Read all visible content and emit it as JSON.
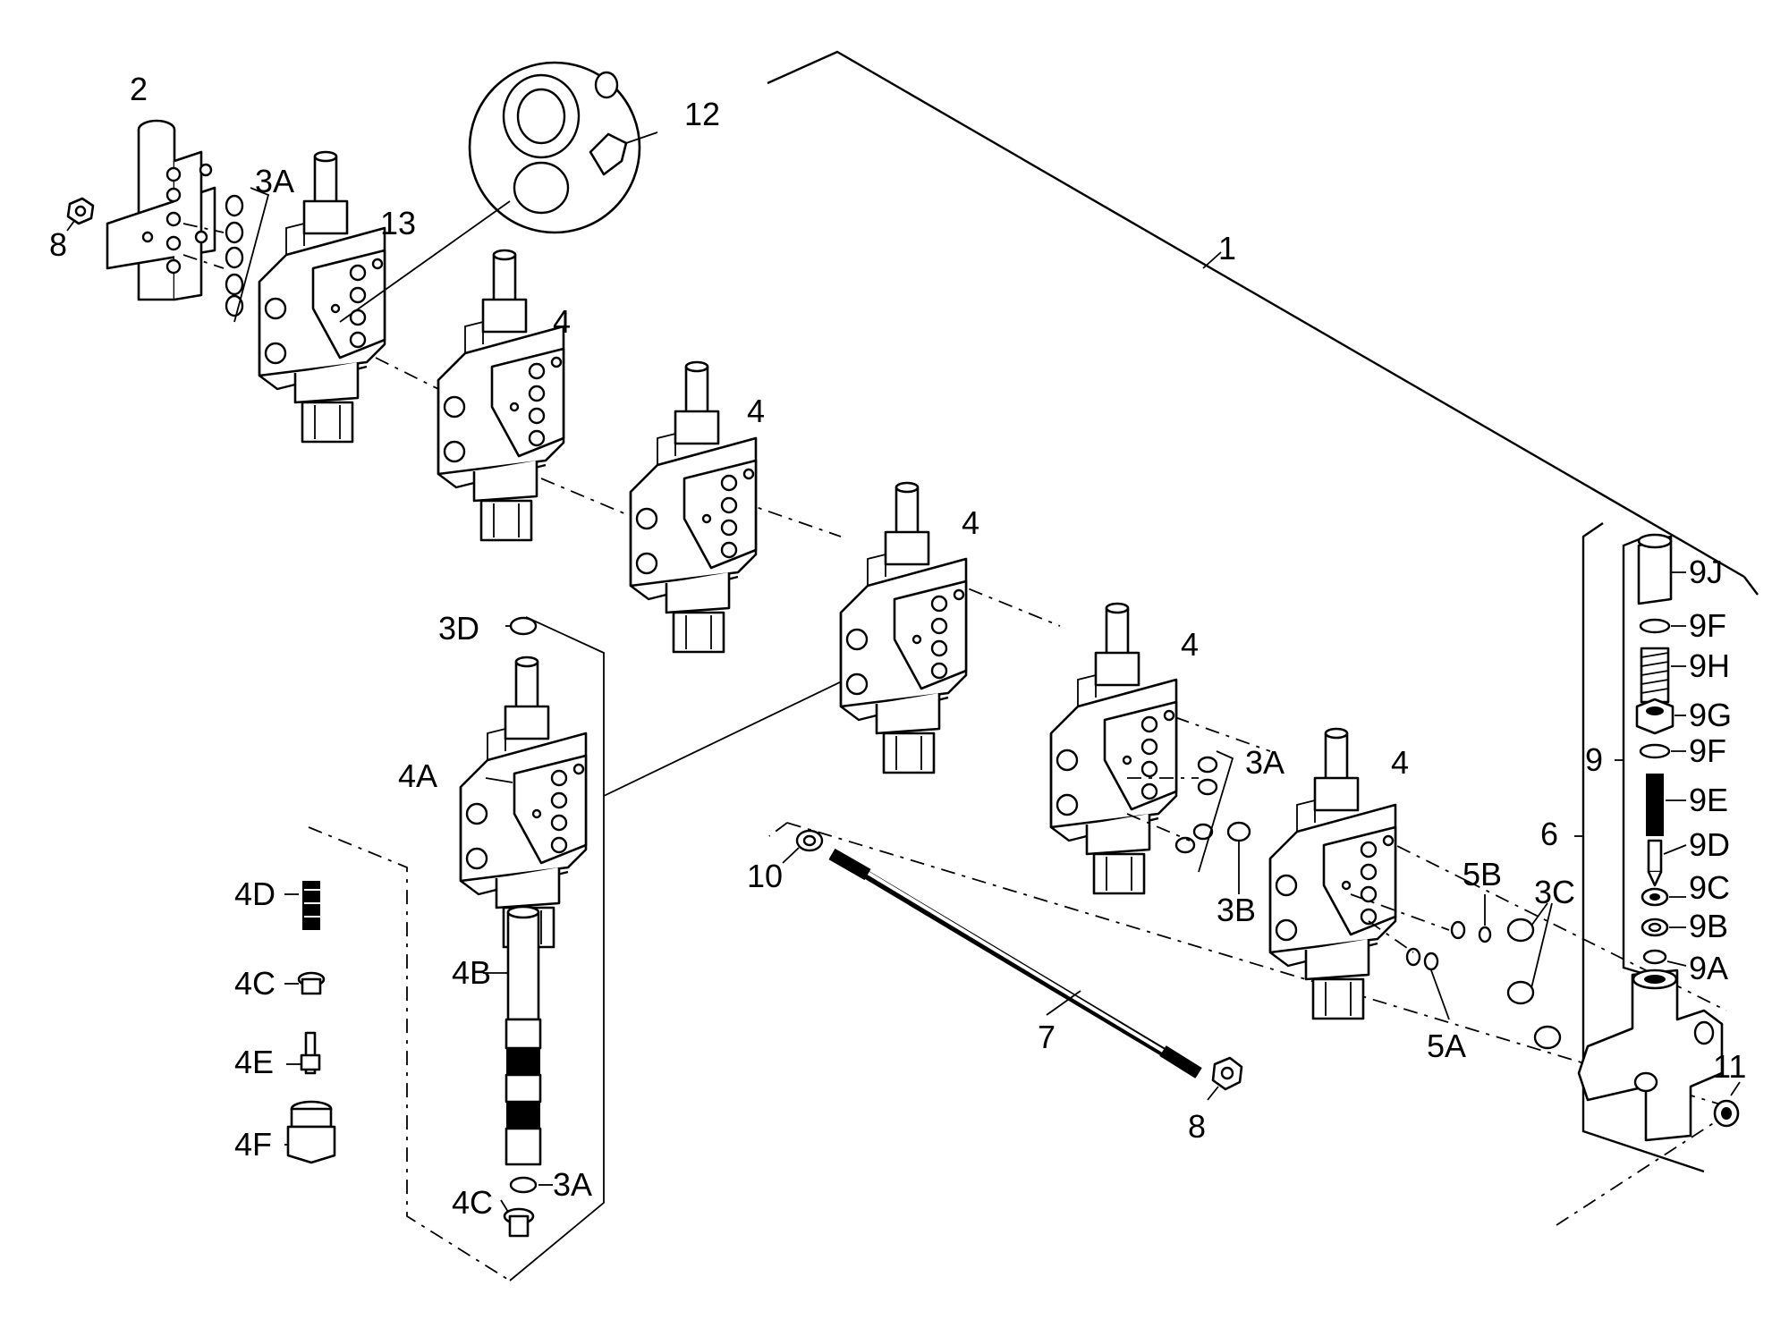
{
  "diagram": {
    "callouts": {
      "c1": "1",
      "c2": "2",
      "c3a_top": "3A",
      "c8_top": "8",
      "c13": "13",
      "c12": "12",
      "c4_a": "4",
      "c4_b": "4",
      "c4_c": "4",
      "c4_d": "4",
      "c4_e": "4",
      "c3d": "3D",
      "c4a": "4A",
      "c4d": "4D",
      "c4c_upper": "4C",
      "c4e": "4E",
      "c4f": "4F",
      "c4b": "4B",
      "c4c_lower": "4C",
      "c3a_bottom": "3A",
      "c3a_mid": "3A",
      "c3b": "3B",
      "c10": "10",
      "c7": "7",
      "c8_bottom": "8",
      "c5b": "5B",
      "c5a": "5A",
      "c3c": "3C",
      "c6": "6",
      "c9": "9",
      "c9j": "9J",
      "c9f_top": "9F",
      "c9h": "9H",
      "c9g": "9G",
      "c9f_mid": "9F",
      "c9e": "9E",
      "c9d": "9D",
      "c9c": "9C",
      "c9b": "9B",
      "c9a": "9A",
      "c11": "11"
    }
  }
}
